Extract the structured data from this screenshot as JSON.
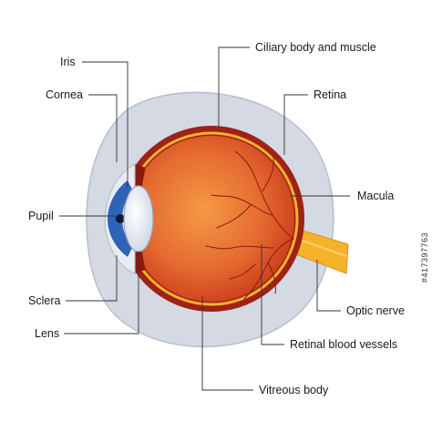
{
  "labels": {
    "iris": "Iris",
    "cornea": "Cornea",
    "pupil": "Pupil",
    "sclera": "Sclera",
    "lens": "Lens",
    "ciliary": "Ciliary body and muscle",
    "retina": "Retina",
    "macula": "Macula",
    "optic_nerve": "Optic nerve",
    "retinal_vessels": "Retinal blood vessels",
    "vitreous": "Vitreous body"
  },
  "side_id": "#417397763",
  "colors": {
    "outer_capsule": "#c9cfdb",
    "outer_capsule_edge": "#aab2c2",
    "sclera_ring": "#9a1d14",
    "retina_line": "#f6b12c",
    "vitreous_center": "#ef7f3a",
    "vitreous_edge": "#c93c1b",
    "iris_blue": "#2f63b8",
    "lens": "#e6ecf4",
    "optic_nerve": "#f5b22a",
    "vessels": "#8a1a10",
    "leader": "#333333"
  }
}
